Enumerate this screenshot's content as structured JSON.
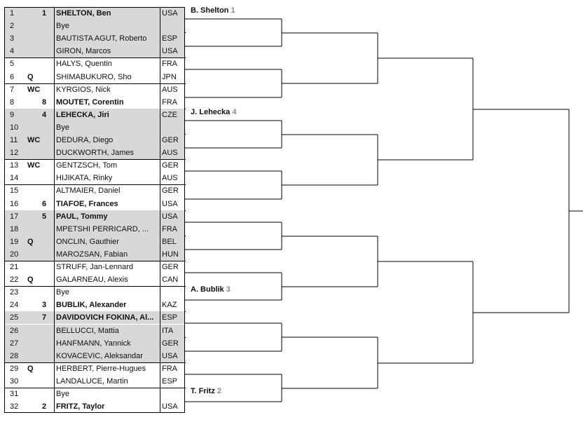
{
  "draw": {
    "entrants": [
      {
        "num": "1",
        "entry": "",
        "seed": "1",
        "name": "SHELTON, Ben",
        "country": "USA",
        "bold": true
      },
      {
        "num": "2",
        "entry": "",
        "seed": "",
        "name": "Bye",
        "country": "",
        "bold": false
      },
      {
        "num": "3",
        "entry": "",
        "seed": "",
        "name": "BAUTISTA AGUT, Roberto",
        "country": "ESP",
        "bold": false
      },
      {
        "num": "4",
        "entry": "",
        "seed": "",
        "name": "GIRON, Marcos",
        "country": "USA",
        "bold": false
      },
      {
        "num": "5",
        "entry": "",
        "seed": "",
        "name": "HALYS, Quentin",
        "country": "FRA",
        "bold": false
      },
      {
        "num": "6",
        "entry": "Q",
        "seed": "",
        "name": "SHIMABUKURO, Sho",
        "country": "JPN",
        "bold": false
      },
      {
        "num": "7",
        "entry": "WC",
        "seed": "",
        "name": "KYRGIOS, Nick",
        "country": "AUS",
        "bold": false
      },
      {
        "num": "8",
        "entry": "",
        "seed": "8",
        "name": "MOUTET, Corentin",
        "country": "FRA",
        "bold": true
      },
      {
        "num": "9",
        "entry": "",
        "seed": "4",
        "name": "LEHECKA, Jiri",
        "country": "CZE",
        "bold": true
      },
      {
        "num": "10",
        "entry": "",
        "seed": "",
        "name": "Bye",
        "country": "",
        "bold": false
      },
      {
        "num": "11",
        "entry": "WC",
        "seed": "",
        "name": "DEDURA, Diego",
        "country": "GER",
        "bold": false
      },
      {
        "num": "12",
        "entry": "",
        "seed": "",
        "name": "DUCKWORTH, James",
        "country": "AUS",
        "bold": false
      },
      {
        "num": "13",
        "entry": "WC",
        "seed": "",
        "name": "GENTZSCH, Tom",
        "country": "GER",
        "bold": false
      },
      {
        "num": "14",
        "entry": "",
        "seed": "",
        "name": "HIJIKATA, Rinky",
        "country": "AUS",
        "bold": false
      },
      {
        "num": "15",
        "entry": "",
        "seed": "",
        "name": "ALTMAIER, Daniel",
        "country": "GER",
        "bold": false
      },
      {
        "num": "16",
        "entry": "",
        "seed": "6",
        "name": "TIAFOE, Frances",
        "country": "USA",
        "bold": true
      },
      {
        "num": "17",
        "entry": "",
        "seed": "5",
        "name": "PAUL, Tommy",
        "country": "USA",
        "bold": true
      },
      {
        "num": "18",
        "entry": "",
        "seed": "",
        "name": "MPETSHI PERRICARD, ...",
        "country": "FRA",
        "bold": false
      },
      {
        "num": "19",
        "entry": "Q",
        "seed": "",
        "name": "ONCLIN, Gauthier",
        "country": "BEL",
        "bold": false
      },
      {
        "num": "20",
        "entry": "",
        "seed": "",
        "name": "MAROZSAN, Fabian",
        "country": "HUN",
        "bold": false
      },
      {
        "num": "21",
        "entry": "",
        "seed": "",
        "name": "STRUFF, Jan-Lennard",
        "country": "GER",
        "bold": false
      },
      {
        "num": "22",
        "entry": "Q",
        "seed": "",
        "name": "GALARNEAU, Alexis",
        "country": "CAN",
        "bold": false
      },
      {
        "num": "23",
        "entry": "",
        "seed": "",
        "name": "Bye",
        "country": "",
        "bold": false
      },
      {
        "num": "24",
        "entry": "",
        "seed": "3",
        "name": "BUBLIK, Alexander",
        "country": "KAZ",
        "bold": true
      },
      {
        "num": "25",
        "entry": "",
        "seed": "7",
        "name": "DAVIDOVICH FOKINA, Al...",
        "country": "ESP",
        "bold": true
      },
      {
        "num": "26",
        "entry": "",
        "seed": "",
        "name": "BELLUCCI, Mattia",
        "country": "ITA",
        "bold": false
      },
      {
        "num": "27",
        "entry": "",
        "seed": "",
        "name": "HANFMANN, Yannick",
        "country": "GER",
        "bold": false
      },
      {
        "num": "28",
        "entry": "",
        "seed": "",
        "name": "KOVACEVIC, Aleksandar",
        "country": "USA",
        "bold": false
      },
      {
        "num": "29",
        "entry": "Q",
        "seed": "",
        "name": "HERBERT, Pierre-Hugues",
        "country": "FRA",
        "bold": false
      },
      {
        "num": "30",
        "entry": "",
        "seed": "",
        "name": "LANDALUCE, Martin",
        "country": "ESP",
        "bold": false
      },
      {
        "num": "31",
        "entry": "",
        "seed": "",
        "name": "Bye",
        "country": "",
        "bold": false
      },
      {
        "num": "32",
        "entry": "",
        "seed": "2",
        "name": "FRITZ, Taylor",
        "country": "USA",
        "bold": true
      }
    ],
    "advanced": [
      {
        "slot": 1,
        "name": "B. Shelton",
        "seed": "1"
      },
      {
        "slot": 9,
        "name": "J. Lehecka",
        "seed": "4"
      },
      {
        "slot": 23,
        "name": "A. Bublik",
        "seed": "3"
      },
      {
        "slot": 31,
        "name": "T. Fritz",
        "seed": "2"
      }
    ],
    "colors": {
      "shade": "#d8d8d8",
      "line": "#000000",
      "seed_grey": "#8a8a8a"
    }
  }
}
